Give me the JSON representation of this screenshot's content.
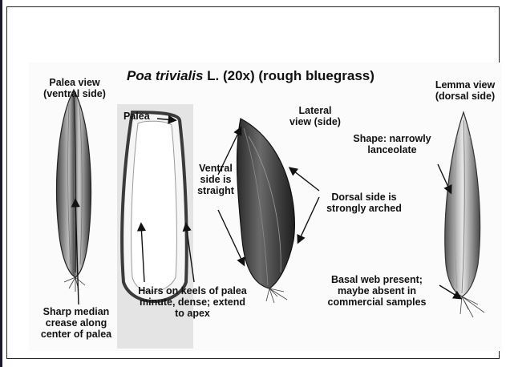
{
  "title": {
    "species": "Poa trivialis",
    "rest": " L. (20x) (rough bluegrass)"
  },
  "labels": {
    "palea_view_1": "Palea view",
    "palea_view_2": "(ventral side)",
    "palea": "Palea",
    "lateral_1": "Lateral",
    "lateral_2": "view (side)",
    "lemma_view_1": "Lemma view",
    "lemma_view_2": "(dorsal side)",
    "shape_1": "Shape: narrowly",
    "shape_2": "lanceolate",
    "ventral_1": "Ventral",
    "ventral_2": "side is",
    "ventral_3": "straight",
    "dorsal_1": "Dorsal side is",
    "dorsal_2": "strongly arched",
    "hairs_1": "Hairs on keels of palea",
    "hairs_2": "minute, dense; extend",
    "hairs_3": "to apex",
    "basal_1": "Basal web present;",
    "basal_2": "maybe absent in",
    "basal_3": "commercial samples",
    "sharp_1": "Sharp median",
    "sharp_2": "crease along",
    "sharp_3": "center of palea"
  },
  "colors": {
    "ink": "#111111",
    "seed_dark": "#3a3a3a",
    "seed_mid": "#8a8a8a",
    "seed_light": "#d9d9d9",
    "photo_bg": "#efefef"
  }
}
